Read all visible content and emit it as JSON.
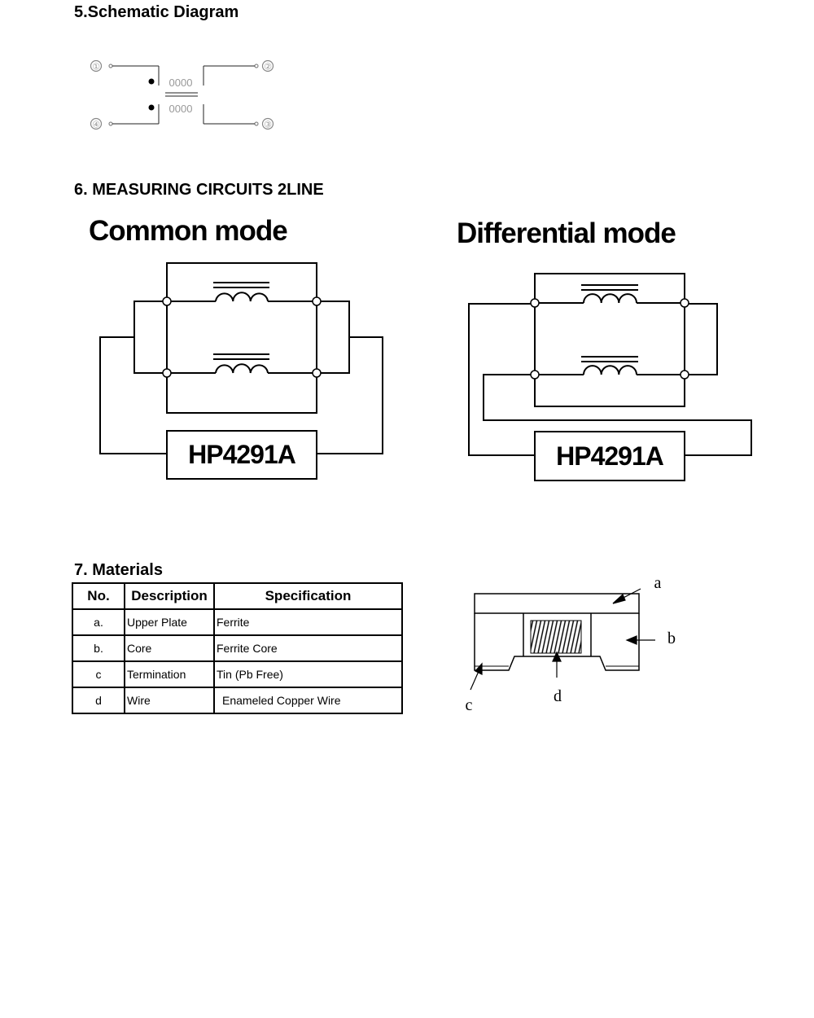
{
  "sections": {
    "schematic": {
      "title": "5.Schematic Diagram"
    },
    "measuring": {
      "title": "6. MEASURING CIRCUITS 2LINE"
    },
    "materials": {
      "title": "7. Materials"
    }
  },
  "schematic": {
    "pins": [
      "①",
      "②",
      "③",
      "④"
    ],
    "coil_label": "0000"
  },
  "circuits": {
    "common": {
      "title": "Common mode",
      "instrument": "HP4291A"
    },
    "differential": {
      "title": "Differential mode",
      "instrument": "HP4291A"
    }
  },
  "materials_table": {
    "headers": [
      "No.",
      "Description",
      "Specification"
    ],
    "rows": [
      {
        "no": "a.",
        "description": "Upper Plate",
        "specification": "Ferrite"
      },
      {
        "no": "b.",
        "description": "Core",
        "specification": "Ferrite Core"
      },
      {
        "no": "c",
        "description": "Termination",
        "specification": "Tin (Pb Free)"
      },
      {
        "no": "d",
        "description": "Wire",
        "specification": "Enameled Copper Wire"
      }
    ]
  },
  "component_drawing": {
    "labels": {
      "a": "a",
      "b": "b",
      "c": "c",
      "d": "d"
    }
  }
}
